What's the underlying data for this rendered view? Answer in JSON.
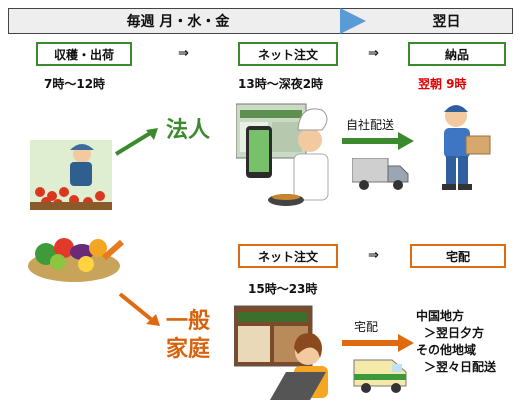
{
  "header": {
    "schedule": "毎週 月・水・金",
    "next_day": "翌日"
  },
  "top_flow": {
    "harvest": "収穫・出荷",
    "arrow1": "⇒",
    "order": "ネット注文",
    "arrow2": "⇒",
    "delivery": "納品",
    "harvest_time": "7時～12時",
    "order_time": "13時～深夜2時",
    "delivery_time": "翌朝 9時"
  },
  "restaurant": {
    "label": "法人",
    "shipping": "自社配送"
  },
  "home": {
    "label_line1": "一般",
    "label_line2": "家庭",
    "order": "ネット注文",
    "arrow": "⇒",
    "delivery": "宅配",
    "order_time": "15時～23時",
    "shipping": "宅配",
    "region1": "中国地方",
    "region1_note": "＞翌日夕方",
    "region2": "その他地域",
    "region2_note": "＞翌々日配送"
  },
  "colors": {
    "green": "#3c8a2e",
    "orange": "#e06a10",
    "blue": "#5b9bd5",
    "red": "#e00000"
  }
}
